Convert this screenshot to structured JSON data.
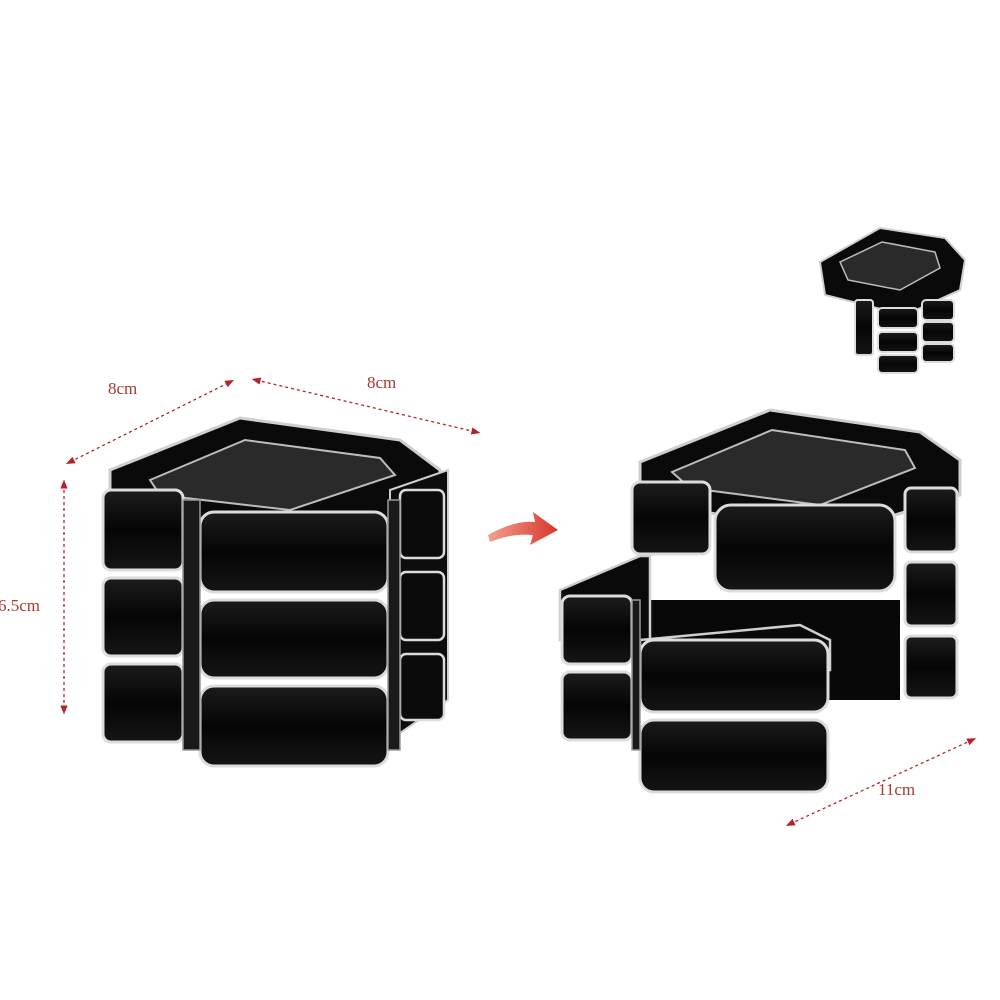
{
  "dimensions": {
    "width_left": "8cm",
    "width_right": "8cm",
    "height": "6.5cm",
    "expanded_width": "11cm"
  },
  "colors": {
    "dimension_line": "#b5232a",
    "dimension_text": "#a83a34",
    "body": "#0d0d0d",
    "trim": "#d9d9d9",
    "arrow": "#d8362a"
  },
  "icons": {
    "transform_arrow": "arrow-right-icon"
  }
}
